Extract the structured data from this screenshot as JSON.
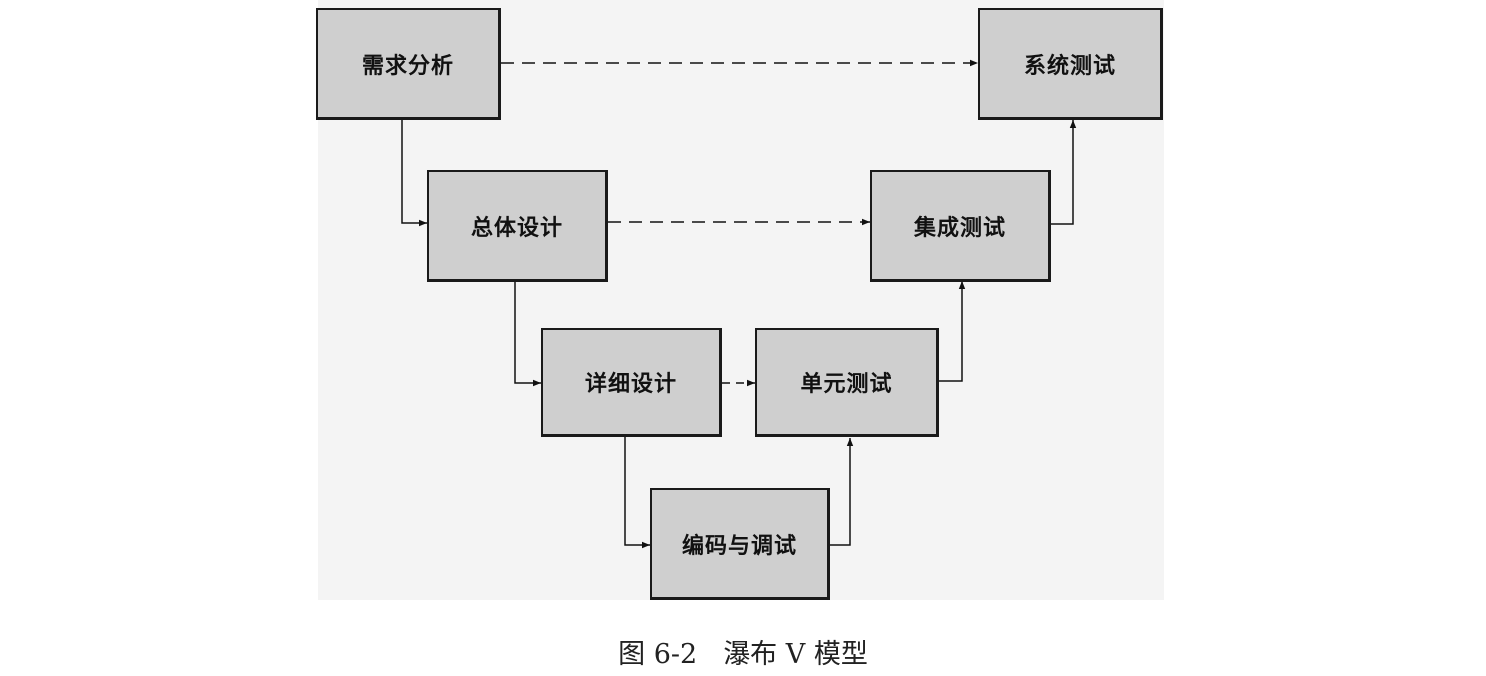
{
  "diagram": {
    "stages": {
      "requirements_analysis": "需求分析",
      "overall_design": "总体设计",
      "detailed_design": "详细设计",
      "coding_debugging": "编码与调试",
      "unit_test": "单元测试",
      "integration_test": "集成测试",
      "system_test": "系统测试"
    }
  },
  "caption": {
    "figure_number": "图 6-2",
    "title": "瀑布 V 模型"
  }
}
